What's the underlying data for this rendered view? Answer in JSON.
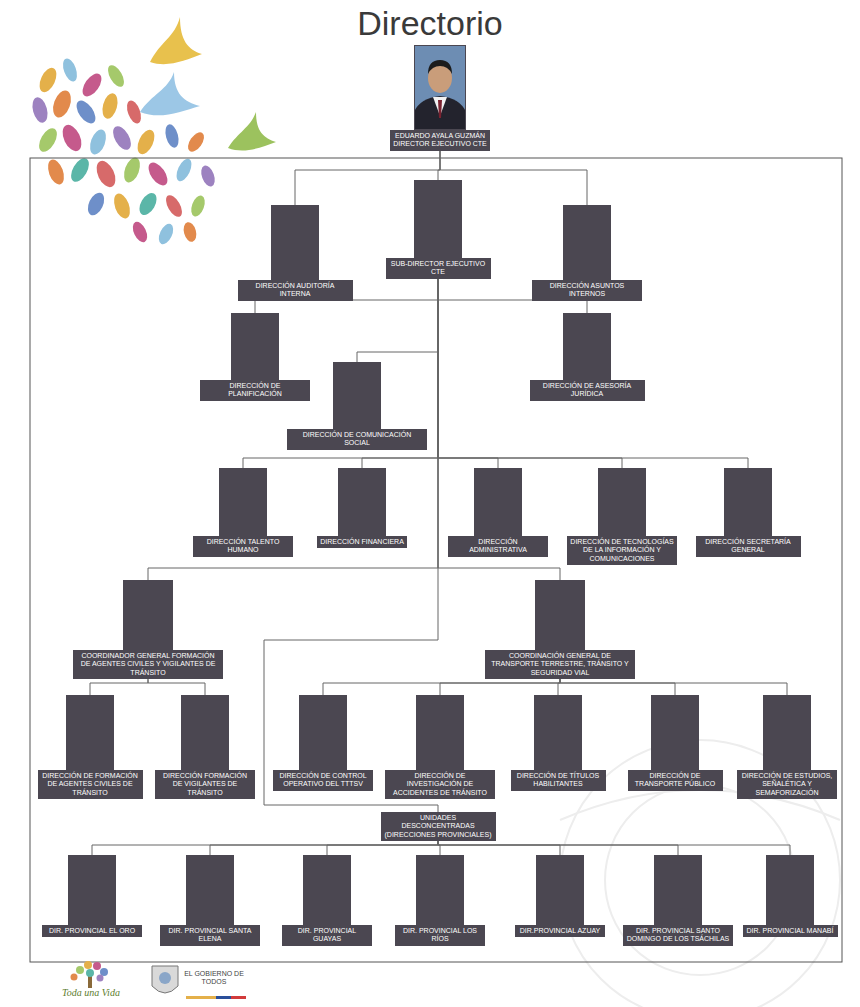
{
  "diagram": {
    "title": "Directorio",
    "nodes": [
      {
        "text": [
          "EDUARDO AYALA GUZMÁN",
          "DIRECTOR EJECUTIVO CTE"
        ]
      },
      {
        "text": [
          "DIRECCIÓN AUDITORÍA INTERNA"
        ]
      },
      {
        "text": [
          "SUB-DIRECTOR EJECUTIVO CTE"
        ]
      },
      {
        "text": [
          "DIRECCIÓN ASUNTOS INTERNOS"
        ]
      },
      {
        "text": [
          "DIRECCIÓN DE PLANIFICACIÓN"
        ]
      },
      {
        "text": [
          "DIRECCIÓN DE ASESORÍA JURÍDICA"
        ]
      },
      {
        "text": [
          "DIRECCIÓN DE COMUNICACIÓN SOCIAL"
        ]
      },
      {
        "text": [
          "DIRECCIÓN TALENTO HUMANO"
        ]
      },
      {
        "text": [
          "DIRECCIÓN FINANCIERA"
        ]
      },
      {
        "text": [
          "DIRECCIÓN ADMINISTRATIVA"
        ]
      },
      {
        "text": [
          "DIRECCIÓN DE TECNOLOGÍAS DE LA INFORMACIÓN Y COMUNICACIONES"
        ]
      },
      {
        "text": [
          "DIRECCIÓN SECRETARÍA GENERAL"
        ]
      },
      {
        "text": [
          "COORDINADOR GENERAL FORMACIÓN DE AGENTES CIVILES Y VIGILANTES DE TRÁNSITO"
        ]
      },
      {
        "text": [
          "COORDINACIÓN GENERAL DE TRANSPORTE TERRESTRE, TRÁNSITO Y SEGURIDAD VIAL"
        ]
      },
      {
        "text": [
          "DIRECCIÓN DE FORMACIÓN DE AGENTES CIVILES DE TRÁNSITO"
        ]
      },
      {
        "text": [
          "DIRECCIÓN FORMACIÓN DE VIGILANTES DE TRÁNSITO"
        ]
      },
      {
        "text": [
          "DIRECCIÓN DE CONTROL OPERATIVO DEL TTTSV"
        ]
      },
      {
        "text": [
          "DIRECCIÓN DE INVESTIGACIÓN DE ACCIDENTES DE TRÁNSITO"
        ]
      },
      {
        "text": [
          "DIRECCIÓN DE TÍTULOS HABILITANTES"
        ]
      },
      {
        "text": [
          "DIRECCIÓN DE TRANSPORTE PÚBLICO"
        ]
      },
      {
        "text": [
          "DIRECCIÓN DE ESTUDIOS, SEÑALÉTICA Y SEMAFORIZACIÓN"
        ]
      },
      {
        "text": [
          "UNIDADES DESCONCENTRADAS (DIRECCIONES PROVINCIALES)"
        ]
      },
      {
        "text": [
          "DIR. PROVINCIAL EL ORO"
        ]
      },
      {
        "text": [
          "DIR. PROVINCIAL SANTA ELENA"
        ]
      },
      {
        "text": [
          "DIR. PROVINCIAL GUAYAS"
        ]
      },
      {
        "text": [
          "DIR. PROVINCIAL LOS RÍOS"
        ]
      },
      {
        "text": [
          "DIR.PROVINCIAL AZUAY"
        ]
      },
      {
        "text": [
          "DIR. PROVINCIAL SANTO DOMINGO DE LOS TSÁCHILAS"
        ]
      },
      {
        "text": [
          "DIR. PROVINCIAL MANABÍ"
        ]
      }
    ],
    "edges": [
      {
        "from": 0,
        "to": 1,
        "arrow": "none"
      },
      {
        "from": 0,
        "to": 2,
        "arrow": "none"
      },
      {
        "from": 0,
        "to": 3,
        "arrow": "none"
      },
      {
        "from": 2,
        "to": 4,
        "arrow": "none"
      },
      {
        "from": 2,
        "to": 5,
        "arrow": "none"
      },
      {
        "from": 2,
        "to": 6,
        "arrow": "none"
      },
      {
        "from": 2,
        "to": 7,
        "arrow": "none"
      },
      {
        "from": 2,
        "to": 8,
        "arrow": "none"
      },
      {
        "from": 2,
        "to": 9,
        "arrow": "none"
      },
      {
        "from": 2,
        "to": 10,
        "arrow": "none"
      },
      {
        "from": 2,
        "to": 11,
        "arrow": "none"
      },
      {
        "from": 2,
        "to": 12,
        "arrow": "none"
      },
      {
        "from": 2,
        "to": 13,
        "arrow": "none"
      },
      {
        "from": 2,
        "to": 21,
        "arrow": "none"
      },
      {
        "from": 12,
        "to": 14,
        "arrow": "none"
      },
      {
        "from": 12,
        "to": 15,
        "arrow": "none"
      },
      {
        "from": 13,
        "to": 16,
        "arrow": "none"
      },
      {
        "from": 13,
        "to": 17,
        "arrow": "none"
      },
      {
        "from": 13,
        "to": 18,
        "arrow": "none"
      },
      {
        "from": 13,
        "to": 19,
        "arrow": "none"
      },
      {
        "from": 13,
        "to": 20,
        "arrow": "none"
      },
      {
        "from": 21,
        "to": 22,
        "arrow": "none"
      },
      {
        "from": 21,
        "to": 23,
        "arrow": "none"
      },
      {
        "from": 21,
        "to": 24,
        "arrow": "none"
      },
      {
        "from": 21,
        "to": 25,
        "arrow": "none"
      },
      {
        "from": 21,
        "to": 26,
        "arrow": "none"
      },
      {
        "from": 21,
        "to": 27,
        "arrow": "none"
      },
      {
        "from": 21,
        "to": 28,
        "arrow": "none"
      }
    ],
    "labels": [
      "Toda una Vida",
      "EL GOBIERNO DE TODOS"
    ]
  }
}
